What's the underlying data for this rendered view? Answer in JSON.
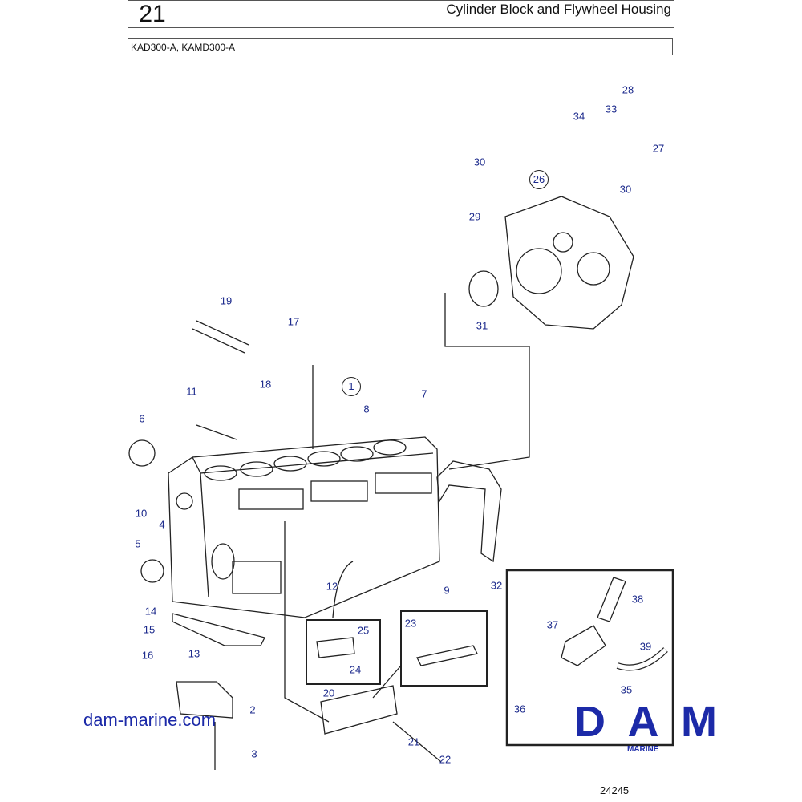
{
  "header": {
    "page_number": "21",
    "title": "Cylinder Block and Flywheel Housing",
    "models": "KAD300-A, KAMD300-A"
  },
  "callouts": [
    "1",
    "2",
    "3",
    "4",
    "5",
    "6",
    "7",
    "8",
    "9",
    "10",
    "11",
    "12",
    "13",
    "14",
    "15",
    "16",
    "17",
    "18",
    "19",
    "20",
    "21",
    "22",
    "23",
    "24",
    "25",
    "26",
    "27",
    "28",
    "29",
    "30",
    "30",
    "31",
    "32",
    "33",
    "34",
    "35",
    "36",
    "37",
    "38",
    "39"
  ],
  "watermark": {
    "website": "dam-marine.com",
    "logo_text": "DAM",
    "logo_subtext": "MARINE"
  },
  "illustration_ref": "24245",
  "colors": {
    "callout": "#1c2a8c",
    "brand": "#1c2aa8"
  }
}
